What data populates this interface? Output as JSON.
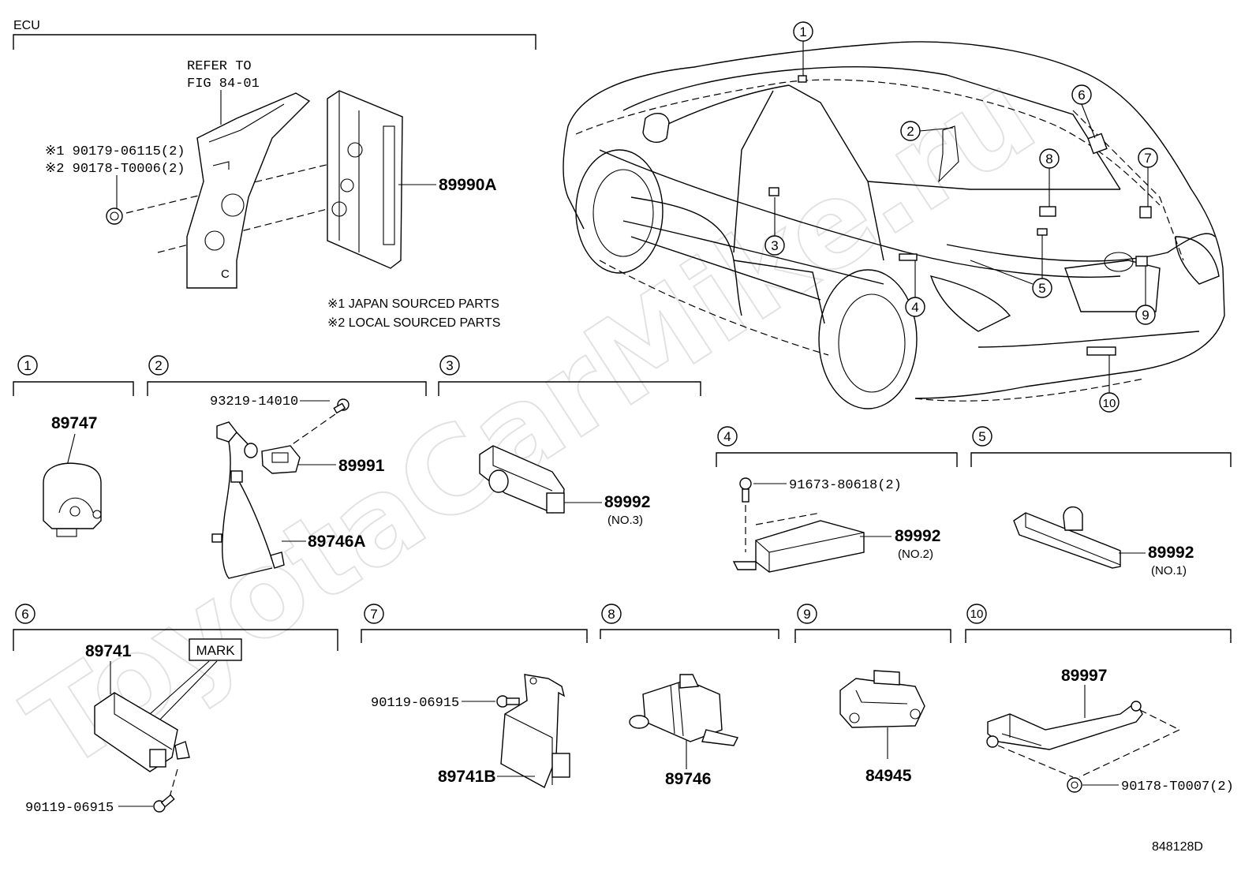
{
  "diagram": {
    "watermark": "ToyotaCarMike.ru",
    "drawing_code": "848128D",
    "ecu_section": {
      "label": "ECU",
      "refer_line1": "REFER TO",
      "refer_line2": "FIG 84-01",
      "bolt1": "※1 90179-06115(2)",
      "bolt2": "※2 90178-T0006(2)",
      "ecu_part": "89990A",
      "note1": "※1 JAPAN SOURCED PARTS",
      "note2": "※2 LOCAL SOURCED PARTS",
      "marker_c": "C"
    },
    "callouts": [
      "1",
      "2",
      "3",
      "4",
      "5",
      "6",
      "7",
      "8",
      "9",
      "10"
    ],
    "sections": {
      "s1": {
        "num": "1",
        "part": "89747"
      },
      "s2": {
        "num": "2",
        "screw": "93219-14010",
        "sensor": "89991",
        "harness": "89746A"
      },
      "s3": {
        "num": "3",
        "part": "89992",
        "sub": "(NO.3)"
      },
      "s4": {
        "num": "4",
        "bolt": "91673-80618(2)",
        "part": "89992",
        "sub": "(NO.2)"
      },
      "s5": {
        "num": "5",
        "part": "89992",
        "sub": "(NO.1)"
      },
      "s6": {
        "num": "6",
        "part": "89741",
        "mark": "MARK",
        "bolt": "90119-06915"
      },
      "s7": {
        "num": "7",
        "bolt": "90119-06915",
        "part": "89741B"
      },
      "s8": {
        "num": "8",
        "part": "89746"
      },
      "s9": {
        "num": "9",
        "part": "84945"
      },
      "s10": {
        "num": "10",
        "part": "89997",
        "bolt": "90178-T0007(2)"
      }
    }
  }
}
